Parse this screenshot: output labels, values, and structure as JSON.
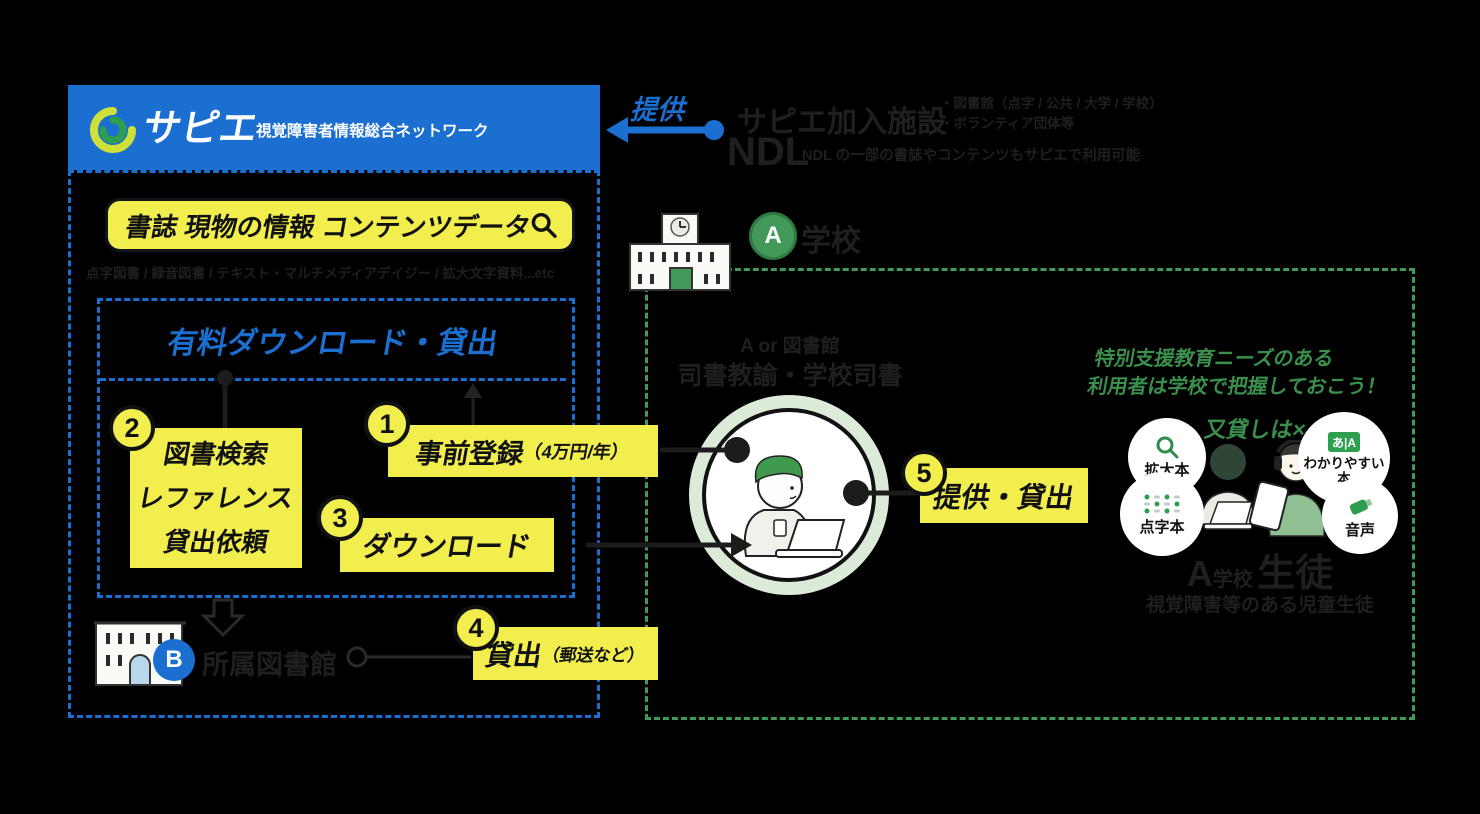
{
  "colors": {
    "blue": "#1b6fd0",
    "yellow": "#f1ee4e",
    "green": "#42995a",
    "pale_green_ring": "#dcead8",
    "ink": "#111111"
  },
  "header": {
    "logo": "サピエ",
    "network": "視覚障害者情報総合ネットワーク"
  },
  "sapie": {
    "search_label": "書誌 現物の情報 コンテンツデータ",
    "materials": "点字図書 / 録音図書 / テキスト・マルチメディアデイジー / 拡大文字資料...etc",
    "paid_title": "有料ダウンロード・貸出"
  },
  "providers": {
    "teikyo": "提供",
    "member_title": "サピエ加入施設",
    "bullets": [
      "・図書館（点字 / 公共 / 大学 / 学校）",
      "・ボランティア団体等"
    ],
    "ndl": "NDL",
    "ndl_note": "NDL の一部の書誌やコンテンツもサピエで利用可能"
  },
  "steps": {
    "s1": {
      "num": "1",
      "label": "事前登録",
      "sub": "（4万円/年）"
    },
    "s2": {
      "num": "2",
      "lines": [
        "図書検索",
        "レファレンス",
        "貸出依頼"
      ]
    },
    "s3": {
      "num": "3",
      "label": "ダウンロード"
    },
    "s4": {
      "num": "4",
      "label": "貸出",
      "sub": "（郵送など）"
    },
    "s5": {
      "num": "5",
      "label": "提供・貸出"
    }
  },
  "school": {
    "badge": "A",
    "label": "学校",
    "librarian_line1": "A or 図書館",
    "librarian_line2": "司書教諭・学校司書",
    "slogan1": "特別支援教育ニーズのある",
    "slogan2": "利用者は学校で把握しておこう！",
    "no_relend": "又貸しは×",
    "students_prefix": "A",
    "students_school": "学校",
    "students_main": "生徒",
    "students_sub": "視覚障害等のある児童生徒",
    "bubbles": [
      {
        "label": "拡大本"
      },
      {
        "label": "わかりやすい本",
        "icon_text": "あ|A"
      },
      {
        "label": "点字本"
      },
      {
        "label": "音声"
      }
    ]
  },
  "library": {
    "badge": "B",
    "label": "所属図書館"
  }
}
